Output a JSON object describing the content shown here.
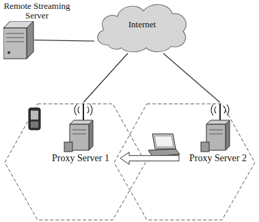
{
  "diagram": {
    "nodes": [
      {
        "text": [
          "Remote Streaming Server"
        ]
      },
      {
        "text": [
          "Internet"
        ]
      },
      {
        "text": [
          "Proxy Server 1"
        ]
      },
      {
        "text": [
          "Proxy Server 2"
        ]
      }
    ],
    "edges": [
      {
        "from": 0,
        "to": 1,
        "arrow": "none"
      },
      {
        "from": 1,
        "to": 2,
        "arrow": "none"
      },
      {
        "from": 1,
        "to": 3,
        "arrow": "none"
      },
      {
        "from": 3,
        "to": 2,
        "arrow": "to"
      }
    ]
  }
}
